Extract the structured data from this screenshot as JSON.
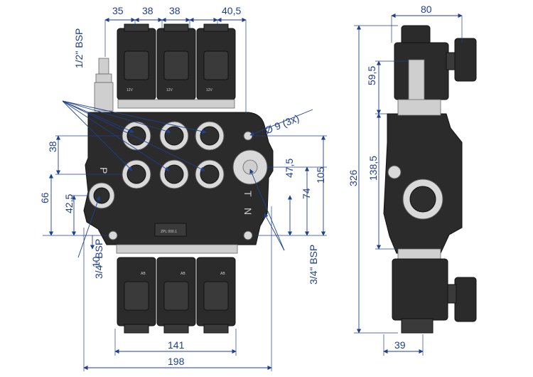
{
  "dimensions": {
    "top_widths": [
      "35",
      "38",
      "38",
      "40,5"
    ],
    "side_top_width": "80",
    "side_heights": [
      "59,5",
      "138,5",
      "326"
    ],
    "bottom_widths": [
      "141",
      "198"
    ],
    "side_bottom_width": "39",
    "left_heights": [
      "38",
      "66",
      "42,5",
      "10"
    ],
    "right_heights": [
      "47,5",
      "74",
      "105"
    ],
    "hole": "Ø 9 (3x)"
  },
  "thread_labels": {
    "top_left": "1/2\" BSP",
    "bottom_left": "3/4\" BSP",
    "bottom_right": "3/4\" BSP"
  },
  "face_letters": {
    "p": "P",
    "t": "T",
    "n": "N"
  },
  "coil_labels": [
    "12V",
    "12V",
    "12V"
  ],
  "coil_labels_bottom": [
    "AB",
    "AB",
    "AB"
  ],
  "plate_label": "ZPL 000.1",
  "colors": {
    "dimension": "#1f3f8f",
    "body": "#2b2b2b"
  }
}
